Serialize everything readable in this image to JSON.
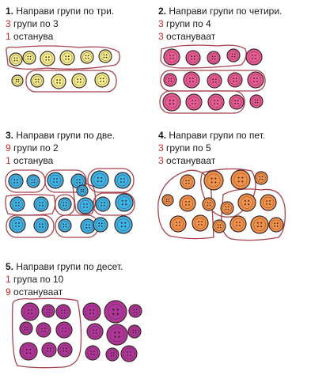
{
  "tasks": [
    {
      "number": "1.",
      "instruction": "Направи групи по три.",
      "groups_count": "3",
      "groups_text": "групи по 3",
      "rest_count": "1",
      "rest_text": "останува"
    },
    {
      "number": "2.",
      "instruction": "Направи групи по четири.",
      "groups_count": "3",
      "groups_text": "групи по 4",
      "rest_count": "3",
      "rest_text": "остануваат"
    },
    {
      "number": "3.",
      "instruction": "Направи групи по две.",
      "groups_count": "9",
      "groups_text": "групи по 2",
      "rest_count": "1",
      "rest_text": "останува"
    },
    {
      "number": "4.",
      "instruction": "Направи групи по пет.",
      "groups_count": "3",
      "groups_text": "групи по 5",
      "rest_count": "3",
      "rest_text": "остануваат"
    },
    {
      "number": "5.",
      "instruction": "Направи групи по десет.",
      "groups_count": "1",
      "groups_text": "група по 10",
      "rest_count": "9",
      "rest_text": "остануваат"
    }
  ],
  "colors": {
    "text": "#1a1a1a",
    "number_red": "#d6262b",
    "outline": "#a8424e",
    "yellow_fill": "#f7ef8c",
    "pink_fill": "#e85a94",
    "blue_fill": "#3db3e6",
    "orange_fill": "#f2924a",
    "purple_fill": "#b0359a"
  },
  "icons": [
    "button-icon",
    "group-loop"
  ]
}
